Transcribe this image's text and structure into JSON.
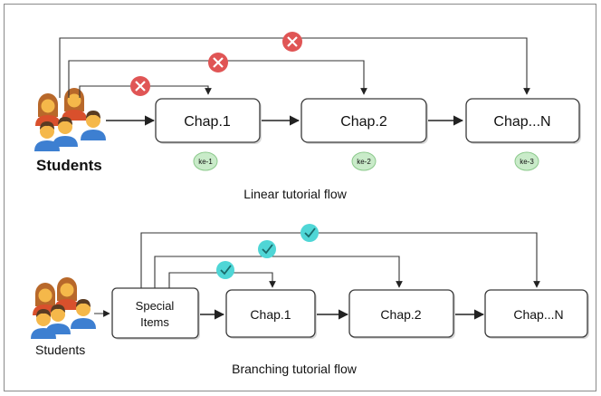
{
  "linear": {
    "students_label": "Students",
    "chapters": [
      "Chap.1",
      "Chap.2",
      "Chap...N"
    ],
    "badges": [
      "ke-1",
      "ke-2",
      "ke-3"
    ],
    "caption": "Linear tutorial flow",
    "skip_marker": "cross-icon",
    "skip_color": "#e05555"
  },
  "branching": {
    "students_label": "Students",
    "special_box": [
      "Special",
      "Items"
    ],
    "chapters": [
      "Chap.1",
      "Chap.2",
      "Chap...N"
    ],
    "caption": "Branching tutorial flow",
    "skip_marker": "check-icon",
    "skip_color": "#4fd6d6"
  },
  "colors": {
    "badge_fill": "#c9ebc9",
    "badge_stroke": "#8cc98c",
    "cross": "#e05555",
    "check": "#4fd6d6"
  }
}
